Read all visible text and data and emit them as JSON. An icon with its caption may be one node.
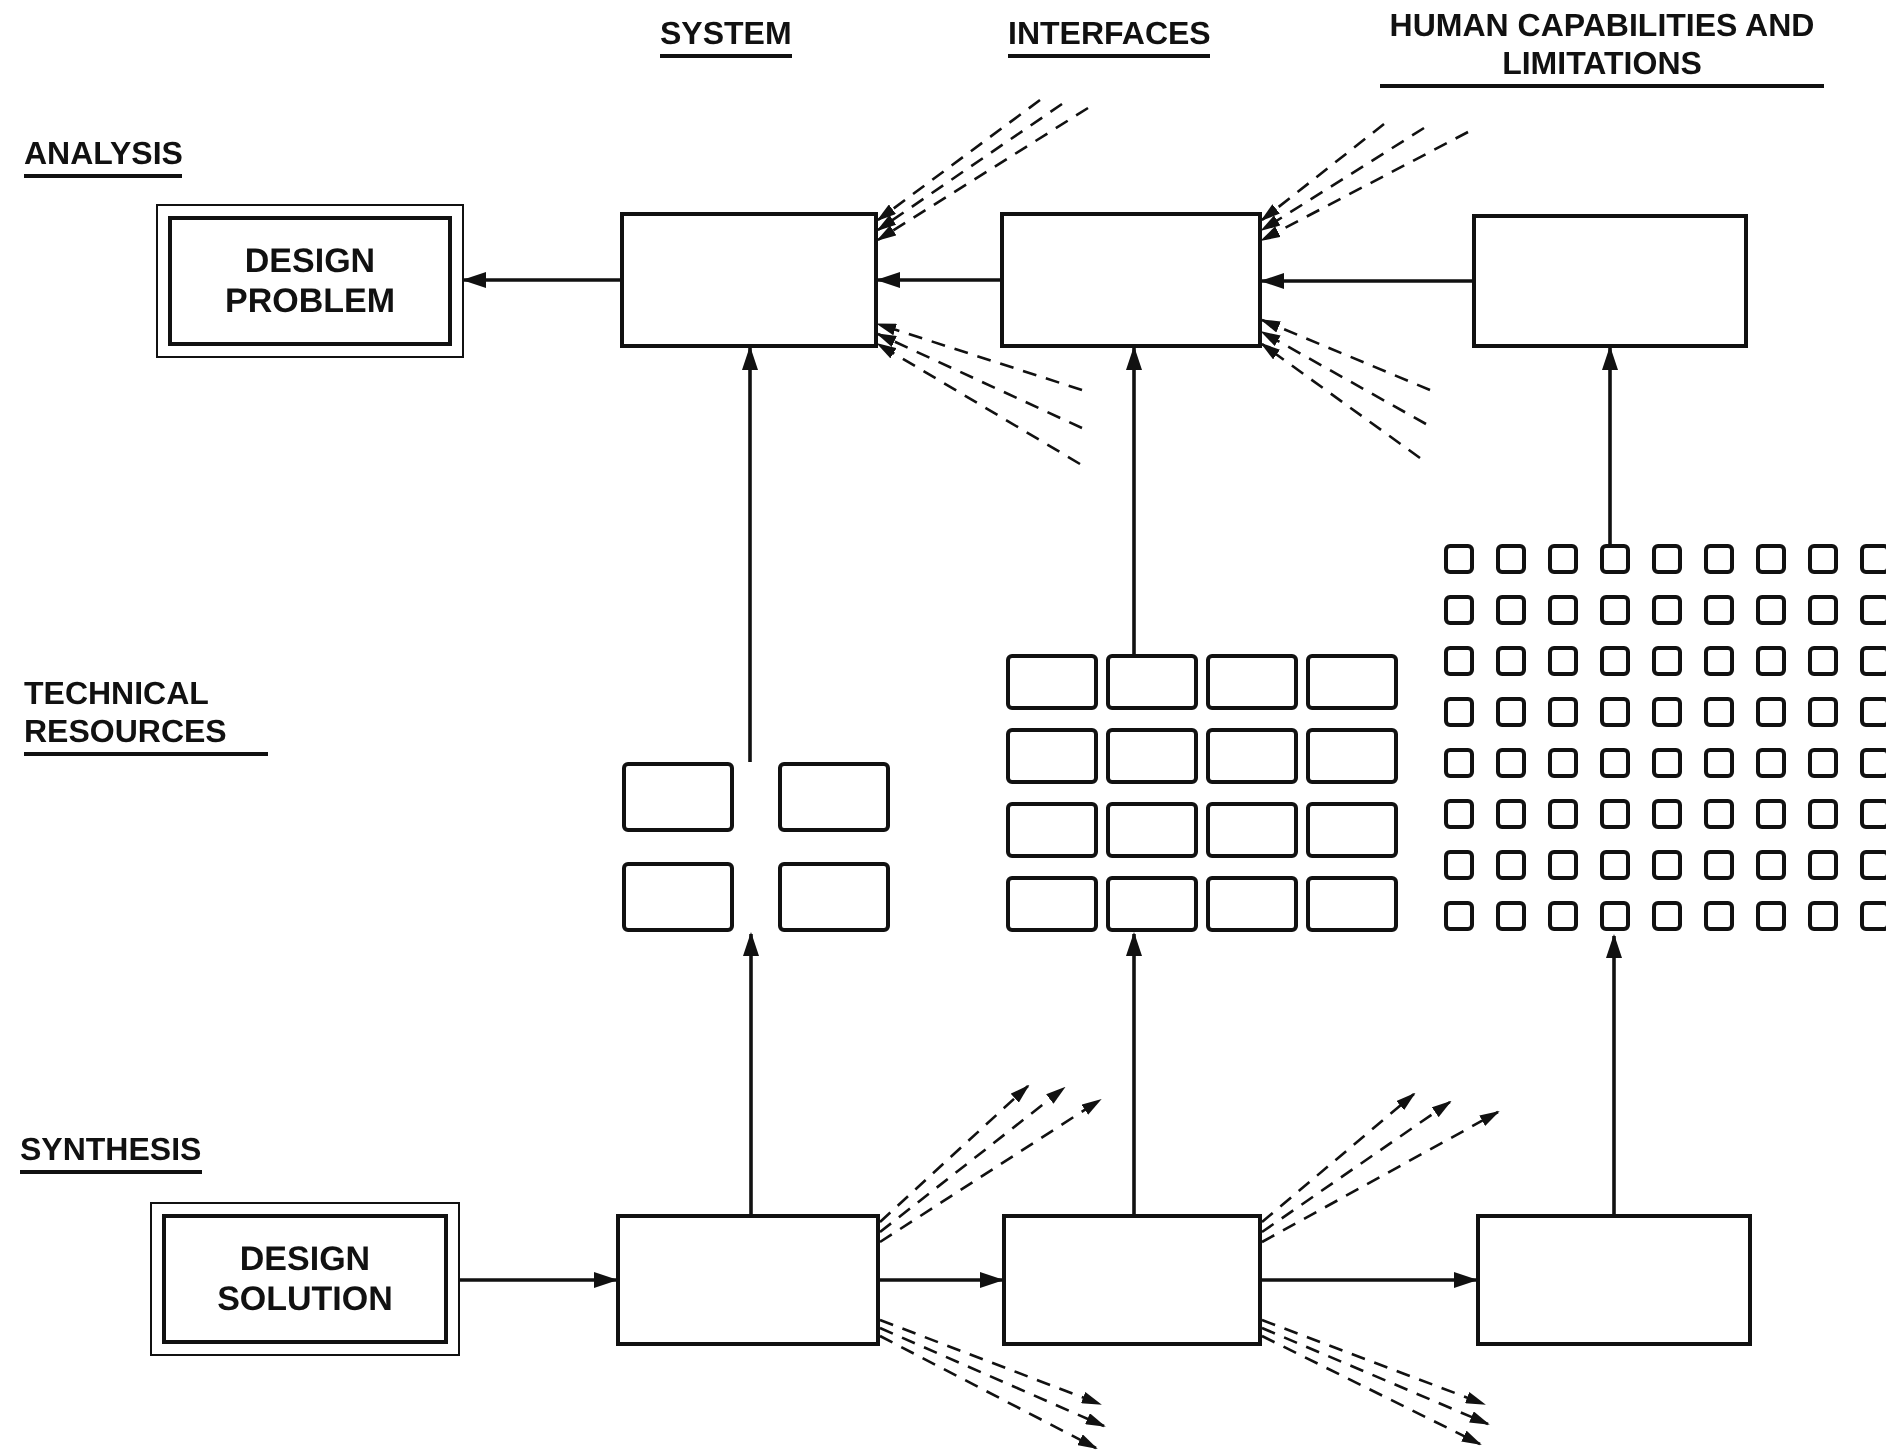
{
  "diagram": {
    "nodes": [
      {
        "text": [
          "DESIGN PROBLEM"
        ]
      },
      {
        "text": [],
        "shape": "box"
      },
      {
        "text": [],
        "shape": "box"
      },
      {
        "text": [],
        "shape": "box"
      },
      {
        "text": [],
        "shape": "picture"
      },
      {
        "text": [],
        "shape": "picture"
      },
      {
        "text": [],
        "shape": "picture"
      },
      {
        "text": [
          "DESIGN SOLUTION"
        ]
      },
      {
        "text": [],
        "shape": "box"
      },
      {
        "text": [],
        "shape": "box"
      },
      {
        "text": [],
        "shape": "box"
      }
    ],
    "edges": [
      {
        "from": 1,
        "to": 0,
        "arrow": "to"
      },
      {
        "from": 2,
        "to": 1,
        "arrow": "to"
      },
      {
        "from": 3,
        "to": 2,
        "arrow": "to"
      },
      {
        "from": 4,
        "to": 1,
        "arrow": "to"
      },
      {
        "from": 5,
        "to": 2,
        "arrow": "to"
      },
      {
        "from": 6,
        "to": 3,
        "arrow": "to"
      },
      {
        "from": 8,
        "to": 4,
        "arrow": "to"
      },
      {
        "from": 9,
        "to": 5,
        "arrow": "to"
      },
      {
        "from": 10,
        "to": 6,
        "arrow": "to"
      },
      {
        "from": 7,
        "to": 8,
        "arrow": "to"
      },
      {
        "from": 8,
        "to": 9,
        "arrow": "to"
      },
      {
        "from": 9,
        "to": 10,
        "arrow": "to"
      },
      {
        "from": null,
        "to": 1,
        "arrow": "to",
        "style": "dashed"
      },
      {
        "from": null,
        "to": 1,
        "arrow": "to",
        "style": "dashed"
      },
      {
        "from": null,
        "to": 1,
        "arrow": "to",
        "style": "dashed"
      },
      {
        "from": null,
        "to": 1,
        "arrow": "to",
        "style": "dashed"
      },
      {
        "from": null,
        "to": 1,
        "arrow": "to",
        "style": "dashed"
      },
      {
        "from": null,
        "to": 1,
        "arrow": "to",
        "style": "dashed"
      },
      {
        "from": null,
        "to": 2,
        "arrow": "to",
        "style": "dashed"
      },
      {
        "from": null,
        "to": 2,
        "arrow": "to",
        "style": "dashed"
      },
      {
        "from": null,
        "to": 2,
        "arrow": "to",
        "style": "dashed"
      },
      {
        "from": null,
        "to": 2,
        "arrow": "to",
        "style": "dashed"
      },
      {
        "from": null,
        "to": 2,
        "arrow": "to",
        "style": "dashed"
      },
      {
        "from": null,
        "to": 2,
        "arrow": "to",
        "style": "dashed"
      },
      {
        "from": 8,
        "to": null,
        "arrow": "to",
        "style": "dashed"
      },
      {
        "from": 8,
        "to": null,
        "arrow": "to",
        "style": "dashed"
      },
      {
        "from": 8,
        "to": null,
        "arrow": "to",
        "style": "dashed"
      },
      {
        "from": 8,
        "to": null,
        "arrow": "to",
        "style": "dashed"
      },
      {
        "from": 8,
        "to": null,
        "arrow": "to",
        "style": "dashed"
      },
      {
        "from": 8,
        "to": null,
        "arrow": "to",
        "style": "dashed"
      },
      {
        "from": 9,
        "to": null,
        "arrow": "to",
        "style": "dashed"
      },
      {
        "from": 9,
        "to": null,
        "arrow": "to",
        "style": "dashed"
      },
      {
        "from": 9,
        "to": null,
        "arrow": "to",
        "style": "dashed"
      },
      {
        "from": 9,
        "to": null,
        "arrow": "to",
        "style": "dashed"
      },
      {
        "from": 9,
        "to": null,
        "arrow": "to",
        "style": "dashed"
      },
      {
        "from": 9,
        "to": null,
        "arrow": "to",
        "style": "dashed"
      }
    ],
    "labels": [
      "SYSTEM",
      "INTERFACES",
      "HUMAN CAPABILITIES AND LIMITATIONS",
      "ANALYSIS",
      "TECHNICAL RESOURCES",
      "SYNTHESIS"
    ]
  }
}
